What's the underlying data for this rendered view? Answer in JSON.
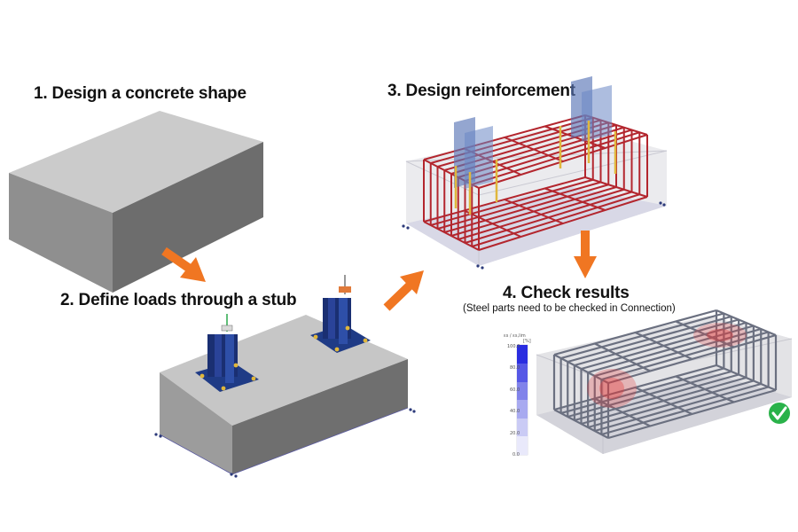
{
  "steps": [
    {
      "number": "1.",
      "label": "Design a concrete shape"
    },
    {
      "number": "2.",
      "label": "Define loads through a stub"
    },
    {
      "number": "3.",
      "label": "Design reinforcement"
    },
    {
      "number": "4.",
      "label": "Check results"
    }
  ],
  "step4_note": "(Steel parts need to be checked in Connection)",
  "legend": {
    "title": "εs / εs,lim",
    "unit": "[%]",
    "ticks": [
      "100.0",
      "80.0",
      "60.0",
      "40.0",
      "20.0",
      "0.0"
    ]
  },
  "colors": {
    "concrete_front": "#9b9b9b",
    "concrete_top": "#c9c9c9",
    "concrete_side": "#6f6f6f",
    "arrow": "#f07622",
    "steel_plate": "#1f3b86",
    "rebar_red": "#b3262e",
    "rebar_grey": "#6b7080",
    "check_green": "#2ab24a"
  },
  "icons": {
    "arrows": "orange-arrow-icon",
    "check": "check-circle-icon"
  }
}
